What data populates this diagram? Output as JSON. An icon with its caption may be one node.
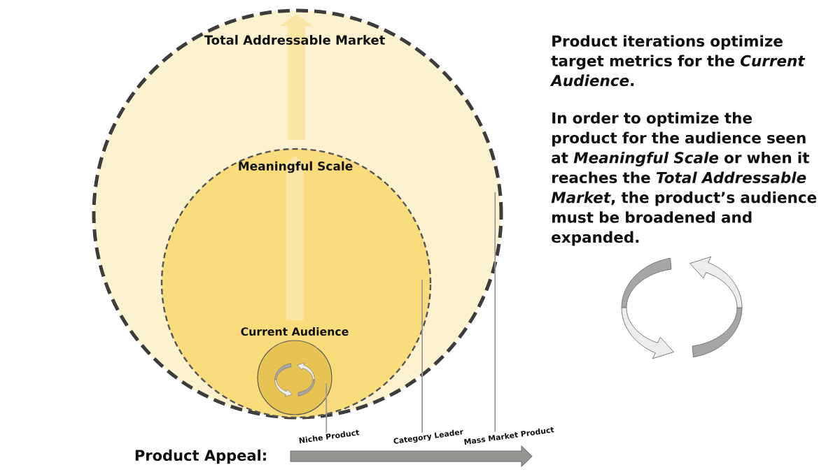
{
  "diagram": {
    "nodes": [
      {
        "text": [
          "Total Addressable Market"
        ]
      },
      {
        "text": [
          "Meaningful Scale"
        ],
        "in": 0
      },
      {
        "text": [
          "Current Audience"
        ],
        "in": 1
      },
      {
        "text": [
          "Niche Product"
        ]
      },
      {
        "text": [
          "Category Leader"
        ]
      },
      {
        "text": [
          "Mass Market Product"
        ]
      }
    ],
    "edges": [
      {
        "from": 3,
        "to": 2,
        "arrow": "none"
      },
      {
        "from": 4,
        "to": 1,
        "arrow": "none"
      },
      {
        "from": 5,
        "to": 0,
        "arrow": "none"
      }
    ],
    "labels": [
      "Product iterations optimize target metrics for the *Current Audience*.",
      "In order to optimize the product for the audience seen at *Meaningful Scale* or when it reaches the *Total Addressable Market*, the product’s audience must be broadened and expanded.",
      "Product Appeal:"
    ]
  }
}
